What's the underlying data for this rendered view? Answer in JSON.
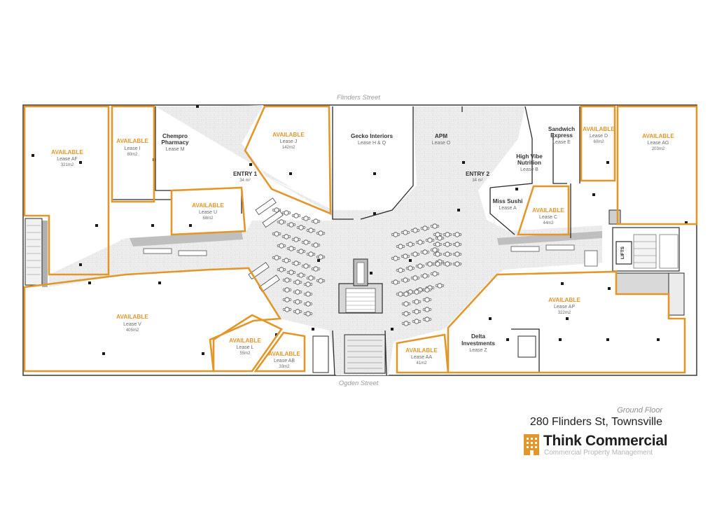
{
  "streets": {
    "north": "Flinders Street",
    "south": "Ogden Street"
  },
  "entries": [
    {
      "name": "ENTRY 1",
      "area": "34 m²"
    },
    {
      "name": "ENTRY 2",
      "area": "34 m²"
    }
  ],
  "lifts_label": "LIFTS",
  "available_label": "AVAILABLE",
  "tenancies": {
    "lease_af": {
      "lease": "Lease AF",
      "area": "321m2"
    },
    "lease_i": {
      "lease": "Lease I",
      "area": "80m2"
    },
    "lease_m": {
      "tenant_line1": "Chempro",
      "tenant_line2": "Pharmacy",
      "lease": "Lease M"
    },
    "lease_u": {
      "lease": "Lease U",
      "area": "68m2"
    },
    "lease_j": {
      "lease": "Lease J",
      "area": "142m2"
    },
    "lease_hq": {
      "tenant": "Gecko Interiors",
      "lease": "Lease H & Q"
    },
    "lease_o": {
      "tenant": "APM",
      "lease": "Lease O"
    },
    "lease_e": {
      "tenant_line1": "Sandwich",
      "tenant_line2": "Express",
      "lease": "Lease E"
    },
    "lease_b": {
      "tenant_line1": "High Vibe",
      "tenant_line2": "Nutrition",
      "lease": "Lease B"
    },
    "lease_a": {
      "tenant": "Miss Sushi",
      "lease": "Lease A"
    },
    "lease_c": {
      "lease": "Lease C",
      "area": "44m2"
    },
    "lease_d": {
      "lease": "Lease D",
      "area": "60m2"
    },
    "lease_ag": {
      "lease": "Lease AG",
      "area": "203m2"
    },
    "lease_v": {
      "lease": "Lease V",
      "area": "405m2"
    },
    "lease_l": {
      "lease": "Lease L",
      "area": "55m2"
    },
    "lease_ab": {
      "lease": "Lease AB",
      "area": "33m2"
    },
    "lease_aa": {
      "lease": "Lease AA",
      "area": "41m2"
    },
    "lease_z": {
      "tenant_line1": "Delta",
      "tenant_line2": "Investments",
      "lease": "Lease Z"
    },
    "lease_ap": {
      "lease": "Lease AP",
      "area": "322m2"
    }
  },
  "legend": {
    "floor": "Ground Floor",
    "address": "280 Flinders St, Townsville",
    "brand_name": "Think Commercial",
    "brand_tagline": "Commercial Property Management"
  },
  "colors": {
    "available_outline": "#e3962a",
    "walls": "#2a2a2a",
    "paving": "#ededed"
  }
}
